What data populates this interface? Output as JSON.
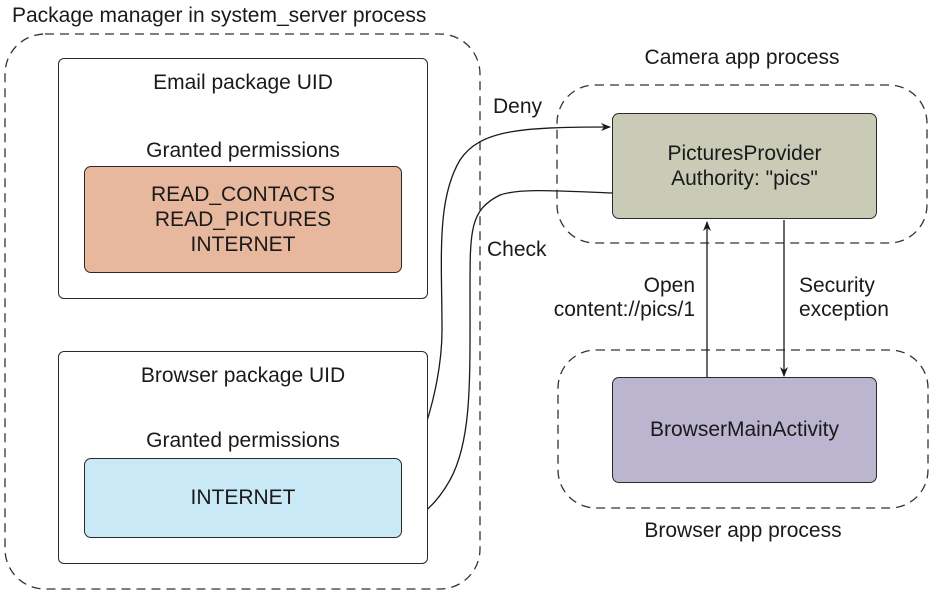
{
  "system_server": {
    "title": "Package manager in system_server process",
    "email_uid": {
      "title": "Email package UID",
      "granted_label": "Granted permissions",
      "permissions": [
        "READ_CONTACTS",
        "READ_PICTURES",
        "INTERNET"
      ],
      "color": "#e8b89e"
    },
    "browser_uid": {
      "title": "Browser package UID",
      "granted_label": "Granted permissions",
      "permissions": [
        "INTERNET"
      ],
      "color": "#c9e9f7"
    }
  },
  "camera_process": {
    "title": "Camera app process",
    "provider": {
      "lines": [
        "PicturesProvider",
        "Authority: \"pics\""
      ],
      "color": "#c9cbb6"
    }
  },
  "browser_process": {
    "title": "Browser app process",
    "activity": {
      "label": "BrowserMainActivity",
      "color": "#bbb5d0"
    }
  },
  "edges": {
    "deny": "Deny",
    "check": "Check",
    "open": [
      "Open",
      "content://pics/1"
    ],
    "security": [
      "Security",
      "exception"
    ]
  }
}
